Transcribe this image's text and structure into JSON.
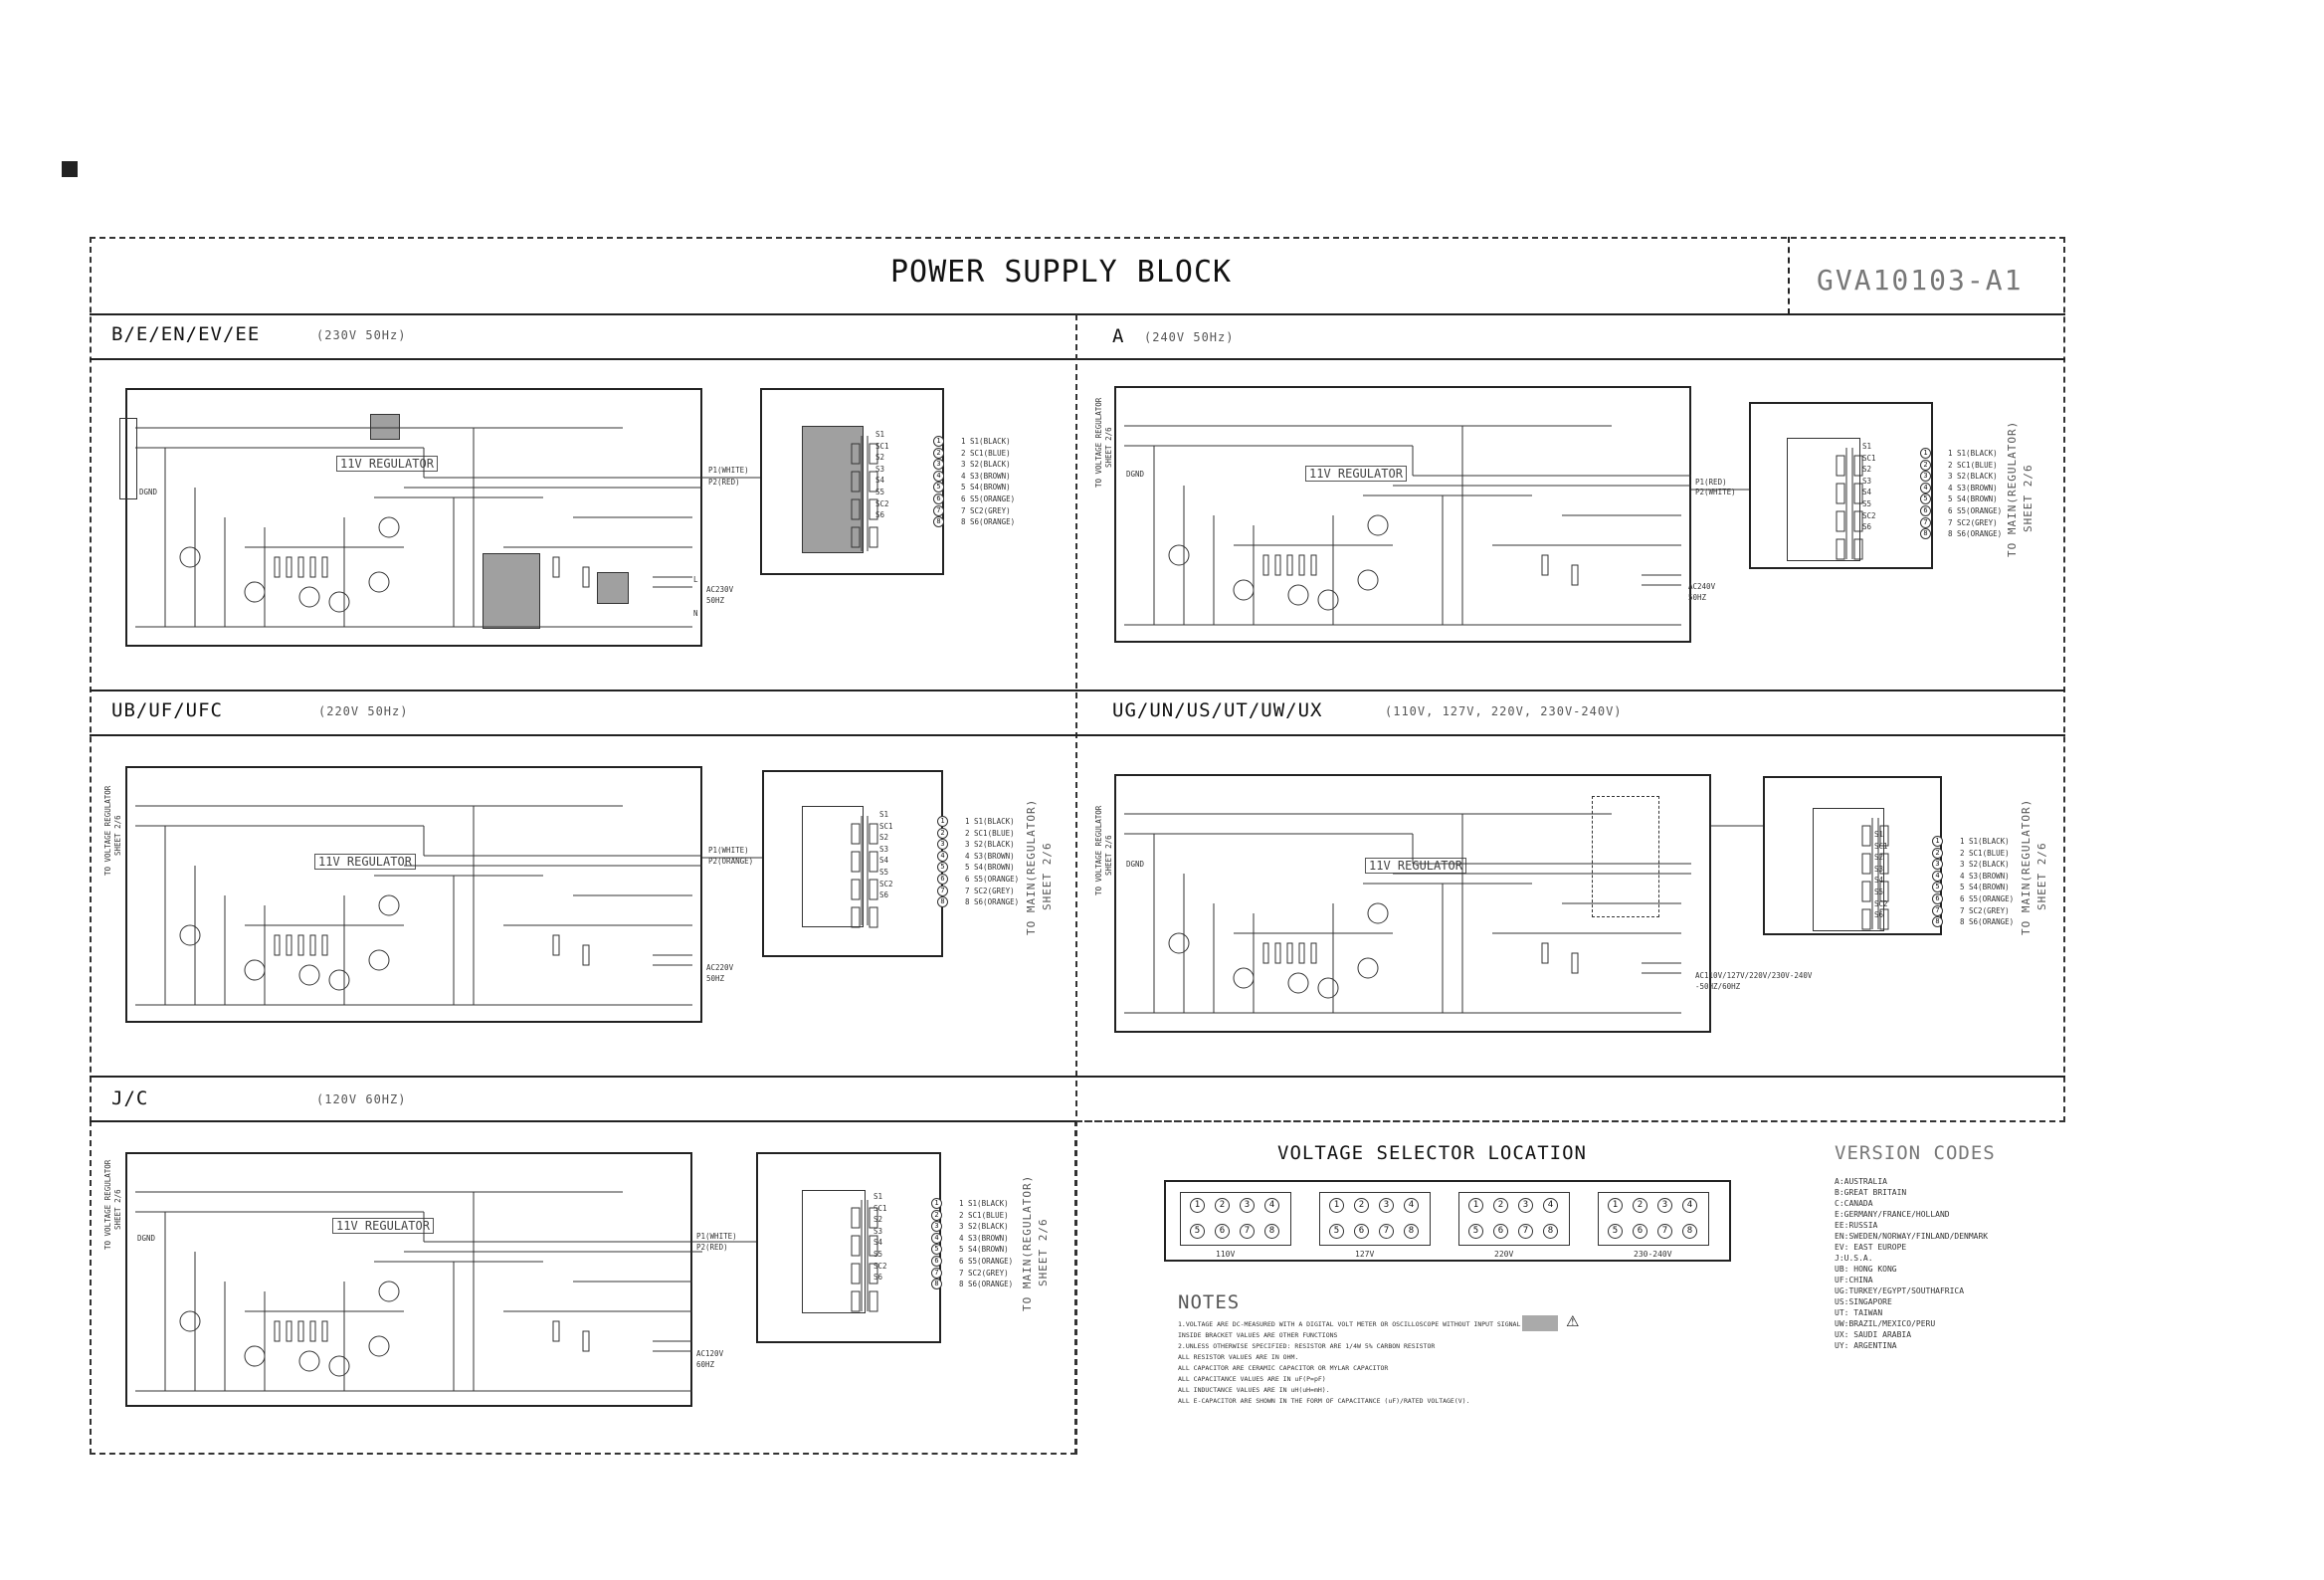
{
  "header": {
    "title": "POWER SUPPLY BLOCK",
    "code": "GVA10103-A1"
  },
  "sections": [
    {
      "id": "be",
      "label": "B/E/EN/EV/EE",
      "freq": "(230V 50Hz)",
      "ac": "AC230V",
      "hz": "50HZ"
    },
    {
      "id": "a",
      "label": "A",
      "freq": "(240V 50Hz)",
      "ac": "AC240V",
      "hz": "50HZ"
    },
    {
      "id": "ub",
      "label": "UB/UF/UFC",
      "freq": "(220V 50Hz)",
      "ac": "AC220V",
      "hz": "50HZ"
    },
    {
      "id": "ug",
      "label": "UG/UN/US/UT/UW/UX",
      "freq": "(110V, 127V, 220V, 230V-240V)",
      "ac": "AC110V/127V/220V/230V-240V",
      "hz": "-50HZ/60HZ"
    },
    {
      "id": "jc",
      "label": "J/C",
      "freq": "(120V 60HZ)",
      "ac": "AC120V",
      "hz": "60HZ"
    }
  ],
  "circuit": {
    "regulator": "11V REGULATOR",
    "dgnd": "DGND",
    "p1": "P1(WHITE)",
    "p2": "P2(RED)",
    "p2_orange": "P2(ORANGE)",
    "p1_red": "P1(RED)",
    "p2_white": "P2(WHITE)",
    "to_voltage": "TO VOLTAGE REGULATOR",
    "sheet": "SHEET 2/6",
    "to_main": "TO MAIN(REGULATOR)",
    "sec_labels": [
      "S1",
      "SC1",
      "S2",
      "S3",
      "S4",
      "S5",
      "SC2",
      "S6"
    ],
    "wires": [
      "S1(BLACK)",
      "SC1(BLUE)",
      "S2(BLACK)",
      "S3(BROWN)",
      "S4(BROWN)",
      "S5(ORANGE)",
      "SC2(GREY)",
      "S6(ORANGE)"
    ],
    "pins": [
      "1",
      "2",
      "3",
      "4",
      "5",
      "6",
      "7",
      "8"
    ],
    "ln": [
      "L",
      "N"
    ]
  },
  "voltage_selector": {
    "title": "VOLTAGE SELECTOR LOCATION",
    "top_pins": [
      "1",
      "2",
      "3",
      "4"
    ],
    "bottom_pins": [
      "5",
      "6",
      "7",
      "8"
    ],
    "labels": [
      "110V",
      "127V",
      "220V",
      "230-240V"
    ]
  },
  "notes": {
    "title": "NOTES",
    "lines": [
      "1.VOLTAGE ARE DC-MEASURED WITH A DIGITAL VOLT METER OR OSCILLOSCOPE WITHOUT INPUT SIGNAL",
      "  INSIDE BRACKET VALUES ARE OTHER FUNCTIONS",
      "2.UNLESS OTHERWISE SPECIFIED: RESISTOR ARE 1/4W 5% CARBON RESISTOR",
      "  ALL RESISTOR VALUES ARE IN OHM.",
      "  ALL CAPACITOR ARE CERAMIC CAPACITOR OR MYLAR CAPACITOR",
      "  ALL CAPACITANCE VALUES ARE IN uF(P=pF)",
      "  ALL INDUCTANCE VALUES ARE IN  uH(uH=mH).",
      "  ALL E-CAPACITOR ARE SHOWN IN THE FORM OF CAPACITANCE (uF)/RATED VOLTAGE(V)."
    ]
  },
  "version_codes": {
    "title": "VERSION CODES",
    "items": [
      "A:AUSTRALIA",
      "B:GREAT BRITAIN",
      "C:CANADA",
      "E:GERMANY/FRANCE/HOLLAND",
      "EE:RUSSIA",
      "EN:SWEDEN/NORWAY/FINLAND/DENMARK",
      "EV: EAST EUROPE",
      "J:U.S.A.",
      "UB: HONG KONG",
      "UF:CHINA",
      "UG:TURKEY/EGYPT/SOUTHAFRICA",
      "US:SINGAPORE",
      "UT: TAIWAN",
      "UW:BRAZIL/MEXICO/PERU",
      "UX: SAUDI ARABIA",
      "UY: ARGENTINA"
    ]
  }
}
